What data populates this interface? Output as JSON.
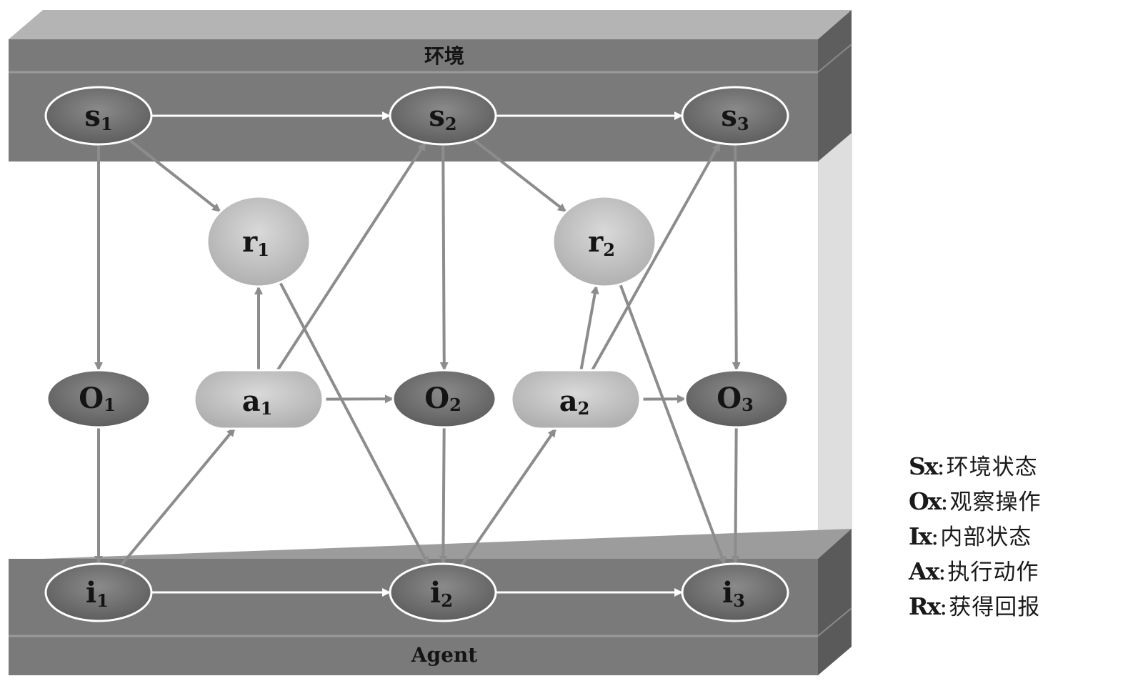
{
  "bands": {
    "environment": "环境",
    "agent": "Agent"
  },
  "nodes": {
    "s1": {
      "main": "s",
      "sub": "1"
    },
    "s2": {
      "main": "s",
      "sub": "2"
    },
    "s3": {
      "main": "s",
      "sub": "3"
    },
    "r1": {
      "main": "r",
      "sub": "1"
    },
    "r2": {
      "main": "r",
      "sub": "2"
    },
    "o1": {
      "main": "O",
      "sub": "1"
    },
    "o2": {
      "main": "O",
      "sub": "2"
    },
    "o3": {
      "main": "O",
      "sub": "3"
    },
    "a1": {
      "main": "a",
      "sub": "1"
    },
    "a2": {
      "main": "a",
      "sub": "2"
    },
    "i1": {
      "main": "i",
      "sub": "1"
    },
    "i2": {
      "main": "i",
      "sub": "2"
    },
    "i3": {
      "main": "i",
      "sub": "3"
    }
  },
  "edges": [
    [
      "s1",
      "s2"
    ],
    [
      "s2",
      "s3"
    ],
    [
      "i1",
      "i2"
    ],
    [
      "i2",
      "i3"
    ],
    [
      "s1",
      "o1"
    ],
    [
      "s2",
      "o2"
    ],
    [
      "s3",
      "o3"
    ],
    [
      "o1",
      "i1"
    ],
    [
      "o2",
      "i2"
    ],
    [
      "o3",
      "i3"
    ],
    [
      "s1",
      "r1"
    ],
    [
      "s2",
      "r2"
    ],
    [
      "a1",
      "r1"
    ],
    [
      "a2",
      "r2"
    ],
    [
      "i1",
      "a1"
    ],
    [
      "i2",
      "a2"
    ],
    [
      "a1",
      "o2"
    ],
    [
      "a2",
      "o3"
    ],
    [
      "a1",
      "s2"
    ],
    [
      "a2",
      "s3"
    ],
    [
      "r1",
      "i2"
    ],
    [
      "r2",
      "i3"
    ]
  ],
  "colors": {
    "band": "#7d7d7d",
    "band_top": "#a9a9a9",
    "band_side": "#5f5f5f",
    "dark_node": "#6f6f6f",
    "light_node": "#c4c4c4",
    "arrow": "#8c8c8c",
    "arrow_light": "#ffffff"
  },
  "legend": [
    {
      "key": "Sx",
      "desc": "环境状态"
    },
    {
      "key": "Ox",
      "desc": "观察操作"
    },
    {
      "key": "Ix",
      "desc": "内部状态"
    },
    {
      "key": "Ax",
      "desc": "执行动作"
    },
    {
      "key": "Rx",
      "desc": "获得回报"
    }
  ]
}
